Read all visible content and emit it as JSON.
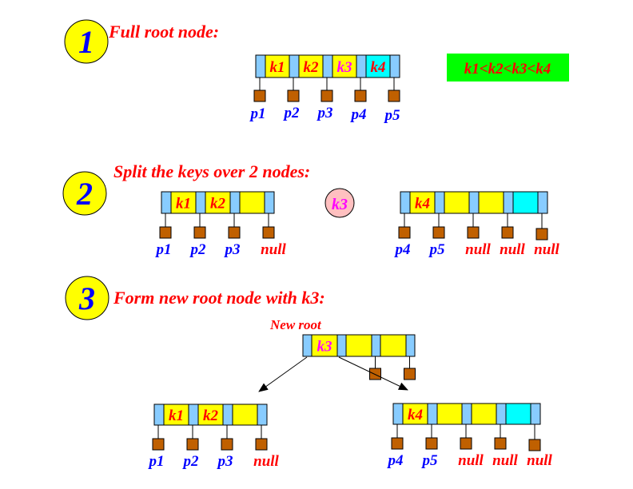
{
  "colors": {
    "heading": "#ff0000",
    "step_circle_fill": "#ffff00",
    "step_number": "#0000ff",
    "ptr_cell": "#88ccff",
    "key_cell": "#ffff00",
    "key_cell_alt": "#00ffff",
    "pointer_box": "#c06000",
    "pointer_label": "#0000ff",
    "null_label": "#ff0000",
    "key_text": "#ff0000",
    "key_text_median": "#ff00ff",
    "median_circle_fill": "#ffc0c0",
    "order_box_fill": "#00ff00"
  },
  "steps": [
    {
      "number": "1",
      "title": "Full root node:"
    },
    {
      "number": "2",
      "title": "Split the keys over 2 nodes:"
    },
    {
      "number": "3",
      "title": "Form new root node with k3:"
    }
  ],
  "order_note": "k1<k2<k3<k4",
  "median_key": "k3",
  "new_root_label": "New root",
  "nodes": {
    "full_root": {
      "keys": [
        {
          "text": "k1",
          "fill": "key_cell",
          "color": "key_text"
        },
        {
          "text": "k2",
          "fill": "key_cell",
          "color": "key_text"
        },
        {
          "text": "k3",
          "fill": "key_cell",
          "color": "key_text_median"
        },
        {
          "text": "k4",
          "fill": "key_cell_alt",
          "color": "key_text"
        }
      ],
      "pointers": [
        "p1",
        "p2",
        "p3",
        "p4",
        "p5"
      ]
    },
    "split_left": {
      "keys": [
        {
          "text": "k1",
          "fill": "key_cell",
          "color": "key_text"
        },
        {
          "text": "k2",
          "fill": "key_cell",
          "color": "key_text"
        },
        {
          "text": "",
          "fill": "key_cell",
          "color": "key_text"
        }
      ],
      "pointers": [
        "p1",
        "p2",
        "p3",
        "null"
      ]
    },
    "split_right": {
      "keys": [
        {
          "text": "k4",
          "fill": "key_cell",
          "color": "key_text"
        },
        {
          "text": "",
          "fill": "key_cell",
          "color": "key_text"
        },
        {
          "text": "",
          "fill": "key_cell",
          "color": "key_text"
        },
        {
          "text": "",
          "fill": "key_cell_alt",
          "color": "key_text"
        }
      ],
      "pointers": [
        "p4",
        "p5",
        "null",
        "null",
        "null"
      ]
    },
    "new_root": {
      "keys": [
        {
          "text": "k3",
          "fill": "key_cell",
          "color": "key_text_median"
        },
        {
          "text": "",
          "fill": "key_cell",
          "color": "key_text"
        },
        {
          "text": "",
          "fill": "key_cell",
          "color": "key_text"
        }
      ],
      "pointers": [
        "",
        "",
        "",
        ""
      ]
    },
    "final_left": {
      "keys": [
        {
          "text": "k1",
          "fill": "key_cell",
          "color": "key_text"
        },
        {
          "text": "k2",
          "fill": "key_cell",
          "color": "key_text"
        },
        {
          "text": "",
          "fill": "key_cell",
          "color": "key_text"
        }
      ],
      "pointers": [
        "p1",
        "p2",
        "p3",
        "null"
      ]
    },
    "final_right": {
      "keys": [
        {
          "text": "k4",
          "fill": "key_cell",
          "color": "key_text"
        },
        {
          "text": "",
          "fill": "key_cell",
          "color": "key_text"
        },
        {
          "text": "",
          "fill": "key_cell",
          "color": "key_text"
        },
        {
          "text": "",
          "fill": "key_cell_alt",
          "color": "key_text"
        }
      ],
      "pointers": [
        "p4",
        "p5",
        "null",
        "null",
        "null"
      ]
    }
  }
}
